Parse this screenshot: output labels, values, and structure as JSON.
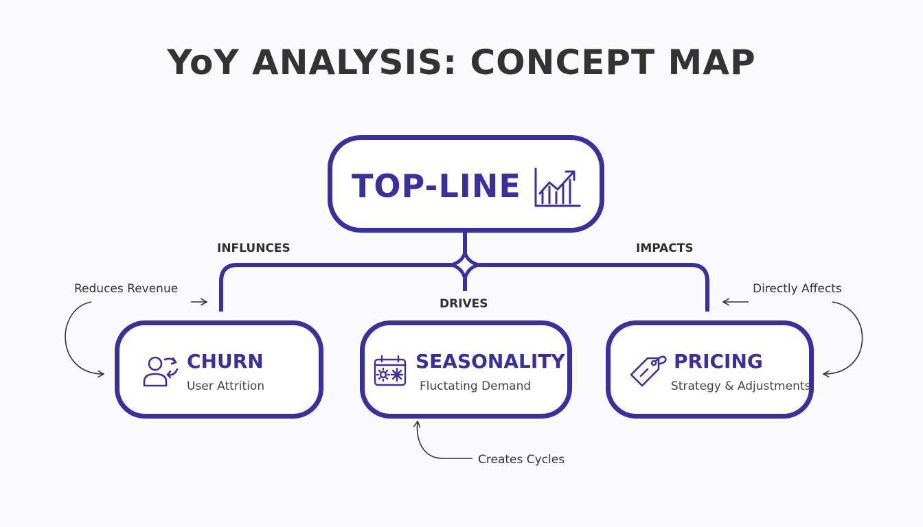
{
  "title": "YoY ANALYSIS: CONCEPT MAP",
  "colors": {
    "accent": "#3a2f9e",
    "text": "#333333",
    "arrow": "#333333"
  },
  "top_node": {
    "label": "TOP-LINE",
    "icon": "bar-chart-trend-icon"
  },
  "nodes": {
    "churn": {
      "title": "CHURN",
      "subtitle": "User Attrition",
      "icon": "user-refresh-icon"
    },
    "seasonality": {
      "title": "SEASONALITY",
      "subtitle": "Fluctating Demand",
      "icon": "calendar-sun-snow-icon"
    },
    "pricing": {
      "title": "PRICING",
      "subtitle": "Strategy & Adjustments",
      "icon": "price-tag-icon"
    }
  },
  "edge_labels": {
    "influnces": "INFLUNCES",
    "impacts": "IMPACTS",
    "drives": "DRIVES"
  },
  "annotations": {
    "reduces_revenue": "Reduces Revenue",
    "directly_affects": "Directly Affects",
    "creates_cycles": "Creates Cycles"
  }
}
